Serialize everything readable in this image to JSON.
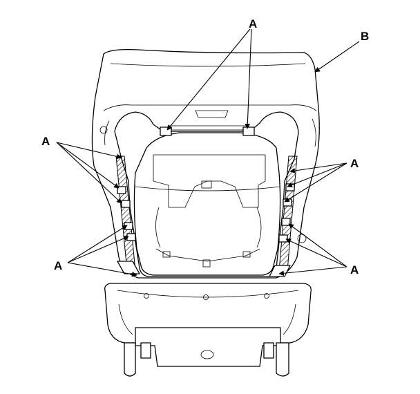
{
  "diagram": {
    "callouts": {
      "top": "A",
      "upper_left": "A",
      "upper_right": "A",
      "lower_left": "A",
      "lower_right": "A",
      "b": "B"
    }
  }
}
